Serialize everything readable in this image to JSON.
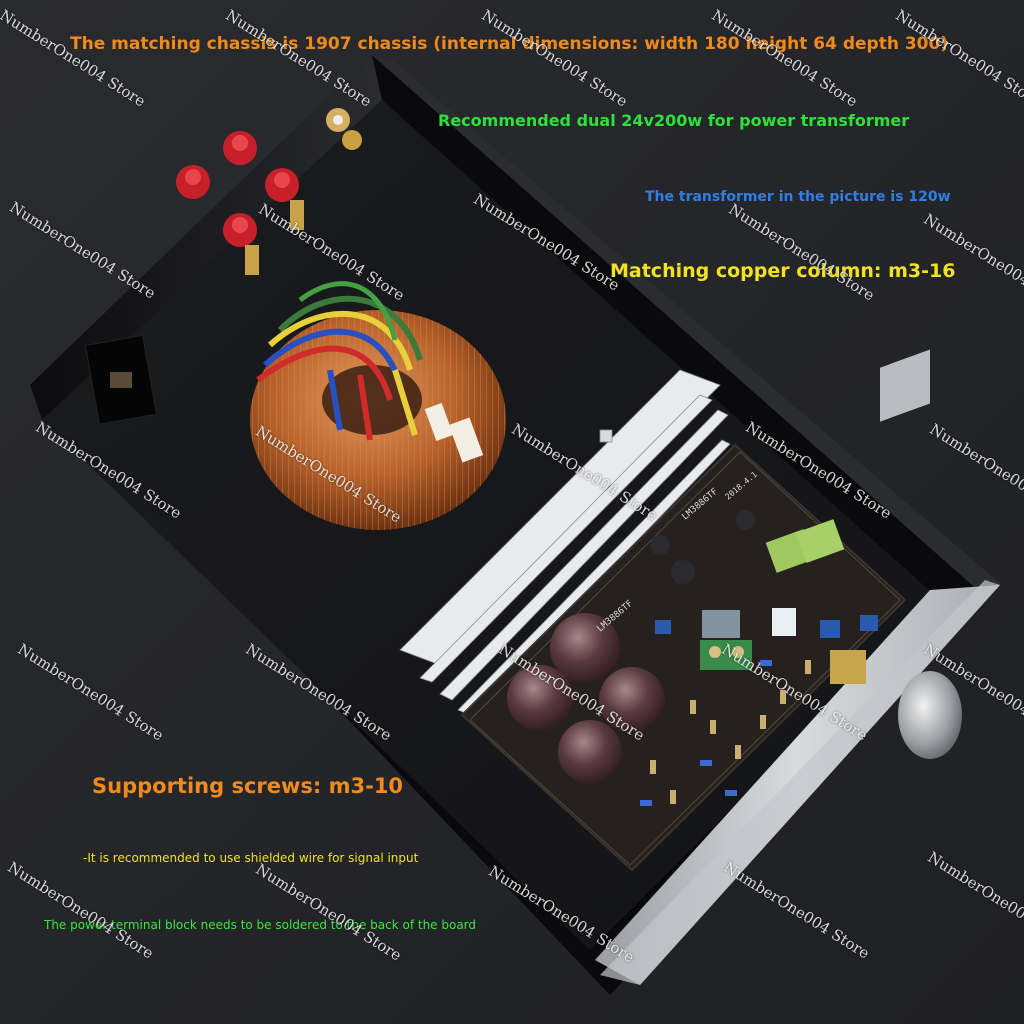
{
  "captions": {
    "chassis": "The matching chassis is 1907 chassis (internal dimensions: width 180 height 64 depth 300)",
    "transformer_rec": "Recommended dual 24v200w for power transformer",
    "transformer_pic": "The transformer in the picture is 120w",
    "copper_column": "Matching copper column: m3-16",
    "screws": "Supporting screws: m3-10",
    "shielded": "-It is recommended to use shielded wire for signal input",
    "terminal": "The power terminal block needs to be soldered to the back of the board"
  },
  "watermark": "NumberOne004 Store",
  "board_labels": {
    "chip_a": "LM3886TF",
    "chip_b": "LM3886TF",
    "date": "2018.4.1"
  },
  "colors": {
    "orange": "#f08a1c",
    "green": "#2ee03a",
    "blue": "#2f7fe8",
    "yellow": "#f2e224",
    "bright_green": "#39e83c"
  }
}
